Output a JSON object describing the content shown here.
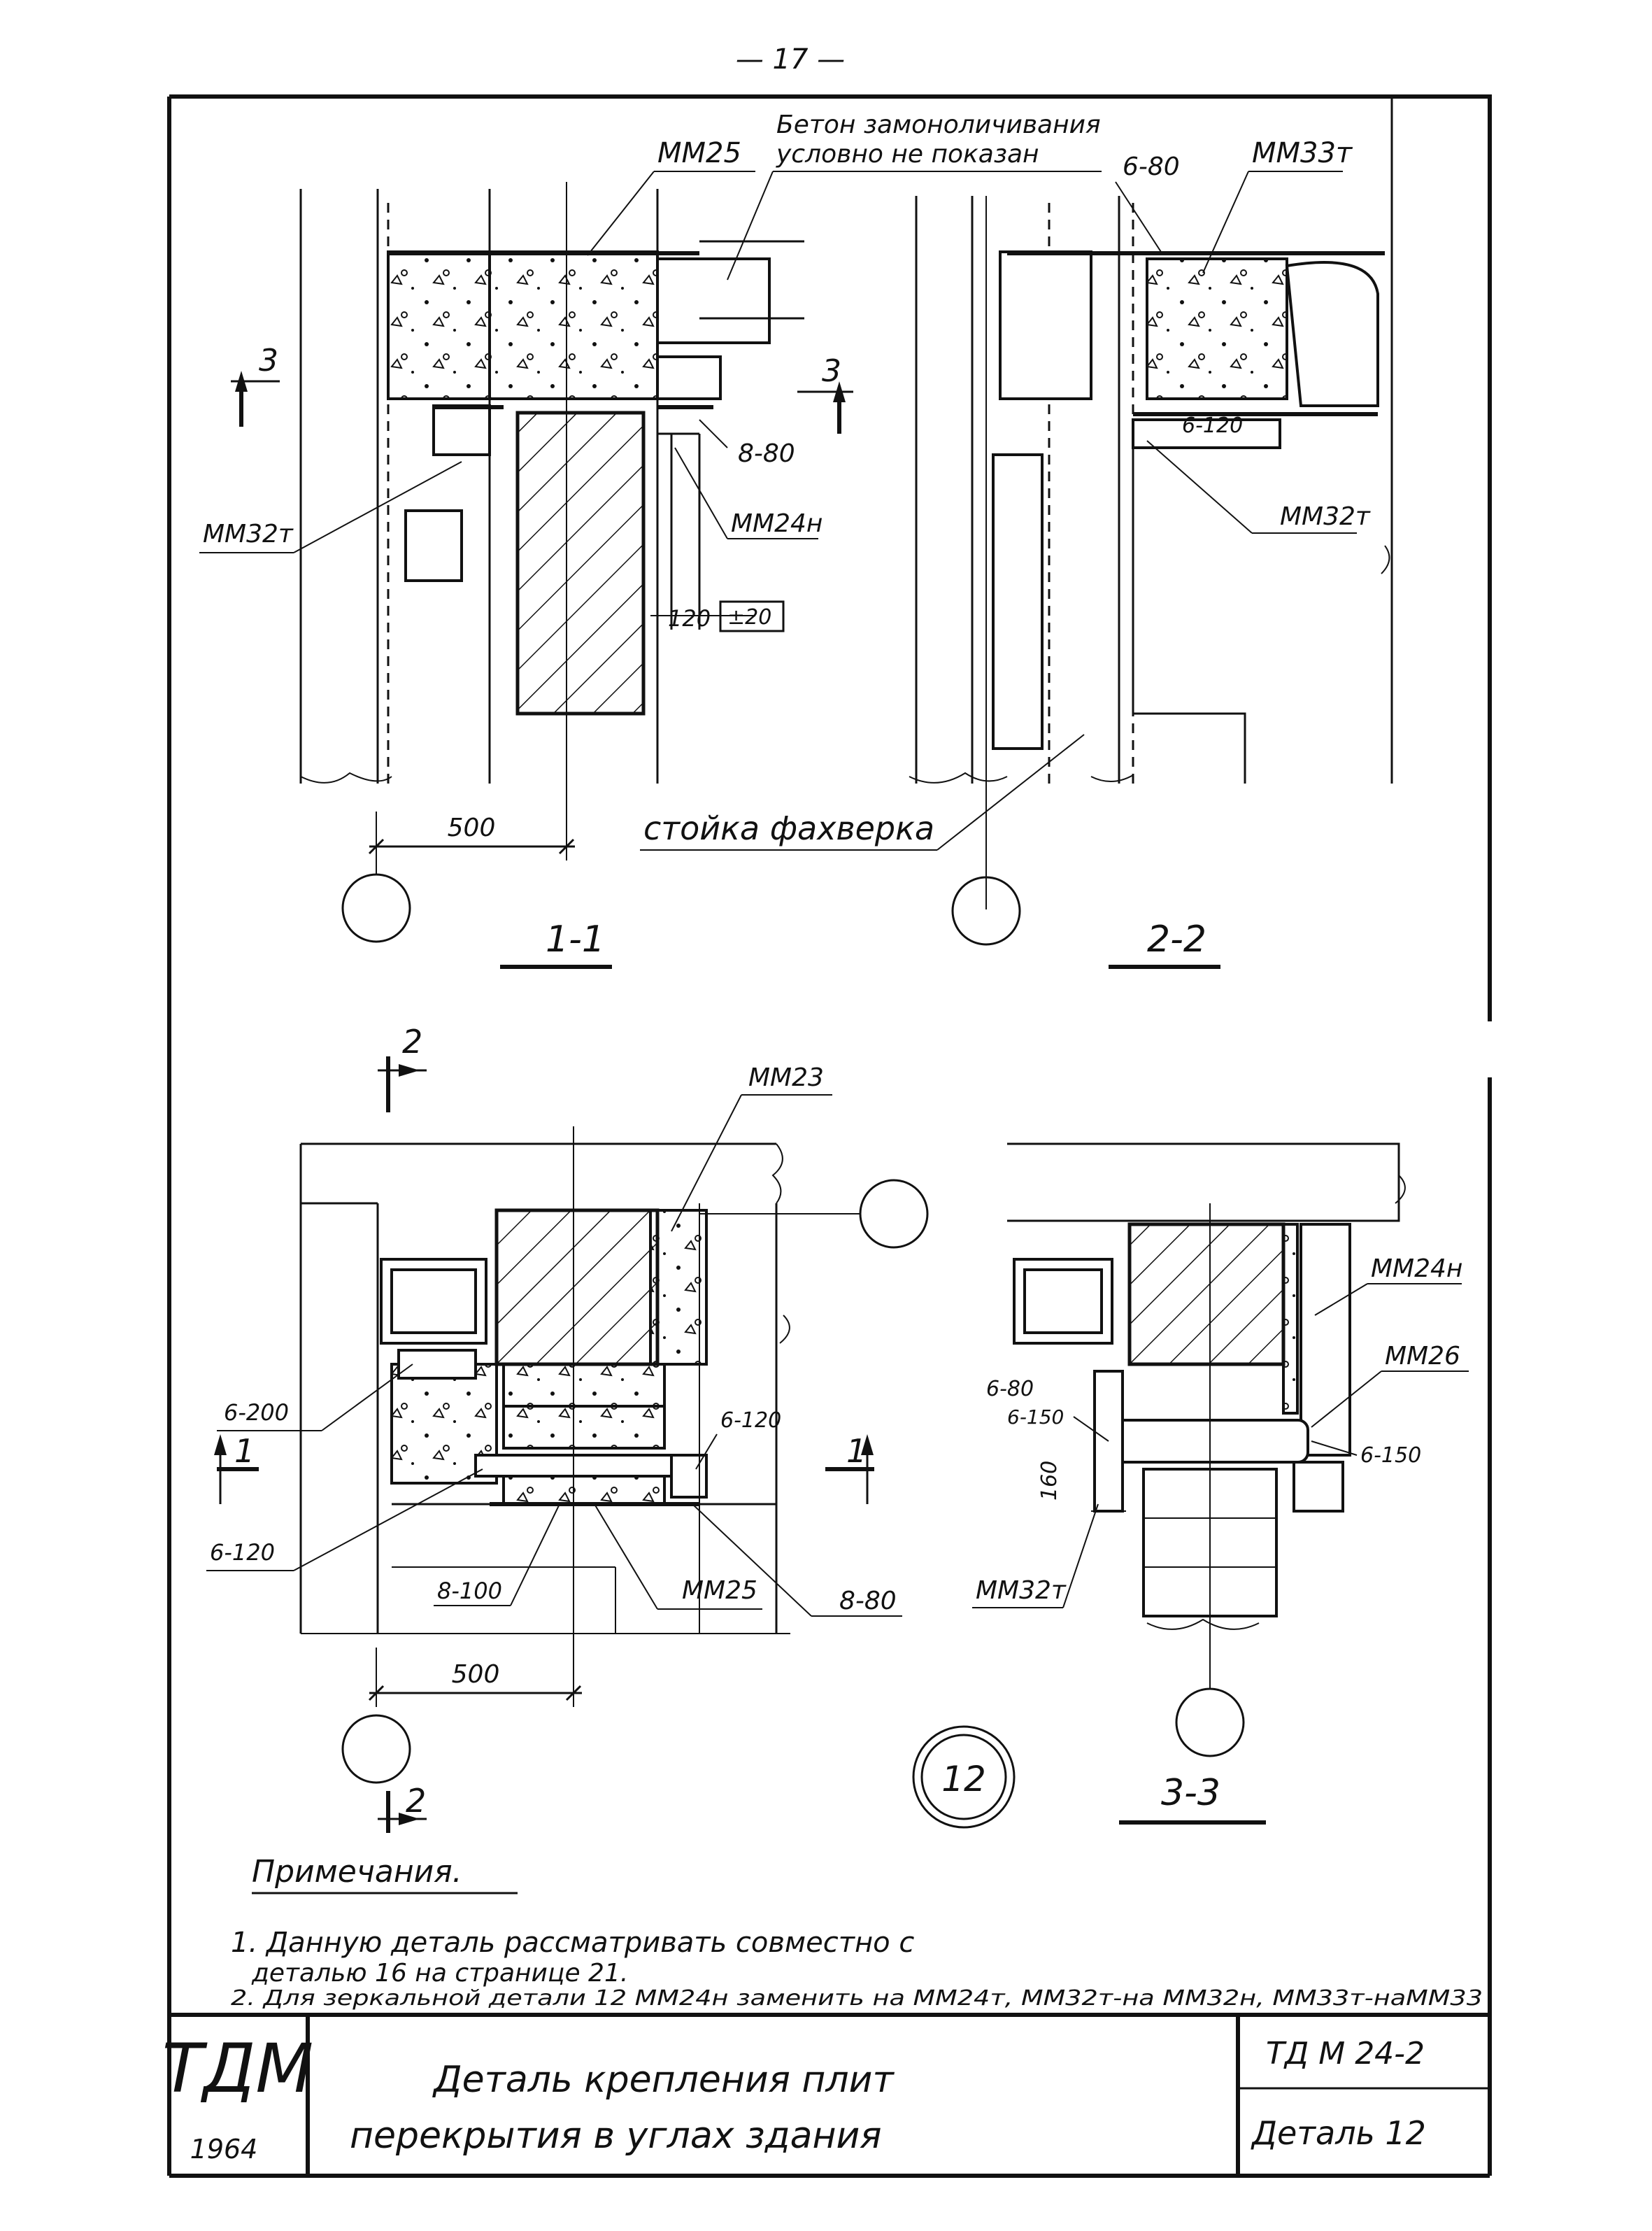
{
  "page_number": "— 17 —",
  "sections": {
    "s11": {
      "title": "1-1",
      "dim_500": "500",
      "label_mn25": "ММ25",
      "label_mn32t": "ММ32т",
      "label_mn24n": "ММ24н",
      "label_880": "8-80",
      "dim_120": "120",
      "dim_pm20": "±20",
      "note_concrete_1": "Бетон замоноличивания",
      "note_concrete_2": "условно не показан",
      "cut_mark": "3"
    },
    "s22": {
      "title": "2-2",
      "label_680": "6-80",
      "label_mn33t": "ММ33т",
      "label_6120": "6-120",
      "label_mn32t": "ММ32т",
      "note_post": "стойка фахверка"
    },
    "plan": {
      "label_mn23": "ММ23",
      "label_6200": "6-200",
      "label_6120a": "6-120",
      "label_6120b": "6-120",
      "label_8100": "8-100",
      "label_mn25": "ММ25",
      "label_880": "8-80",
      "dim_500": "500",
      "cut_1": "1",
      "cut_2": "2"
    },
    "s33": {
      "title": "3-3",
      "label_mn24n": "ММ24н",
      "label_mn26": "ММ26",
      "label_680": "6-80",
      "label_6150a": "6-150",
      "label_6150b": "6-150",
      "dim_160": "160",
      "label_mn32t": "ММ32т"
    }
  },
  "detail_number": "12",
  "notes": {
    "heading": "Примечания.",
    "line1": "1. Данную деталь   рассматривать   совместно с",
    "line1b": "деталью 16 на странице 21.",
    "line2": "2. Для зеркальной детали 12  ММ24н заменить на ММ24т, ММ32т-на ММ32н, ММ33т-наММ33"
  },
  "title_block": {
    "org": "ТДМ",
    "year": "1964",
    "title_line1": "Деталь крепления плит",
    "title_line2": "перекрытия в углах здания",
    "code": "ТД М 24-2",
    "detail": "Деталь 12"
  }
}
